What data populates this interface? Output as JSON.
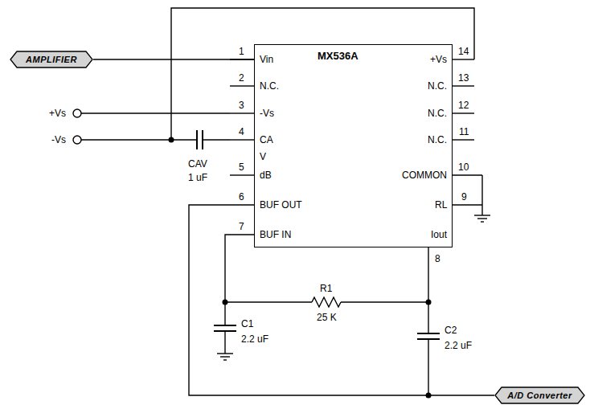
{
  "diagram": {
    "nodes": [
      {
        "text": [
          "AMPLIFIER"
        ]
      },
      {
        "text": [
          "MX536A"
        ]
      },
      {
        "text": [
          "A/D Converter"
        ]
      }
    ],
    "edges": [
      {
        "from": 0,
        "to": 1,
        "arrow": "none"
      },
      {
        "from": 1,
        "to": 2,
        "arrow": "none"
      }
    ],
    "labels": [
      "1",
      "Vin",
      "2",
      "N.C.",
      "3",
      "-Vs",
      "4",
      "CA",
      "V",
      "5",
      "dB",
      "6",
      "BUF OUT",
      "7",
      "BUF IN",
      "14",
      "+Vs",
      "13",
      "N.C.",
      "12",
      "N.C.",
      "11",
      "N.C.",
      "10",
      "COMMON",
      "9",
      "RL",
      "8",
      "Iout",
      "+Vs",
      "-Vs",
      "CAV",
      "1 uF",
      "R1",
      "25 K",
      "C1",
      "2.2 uF",
      "C2",
      "2.2 uF"
    ]
  }
}
